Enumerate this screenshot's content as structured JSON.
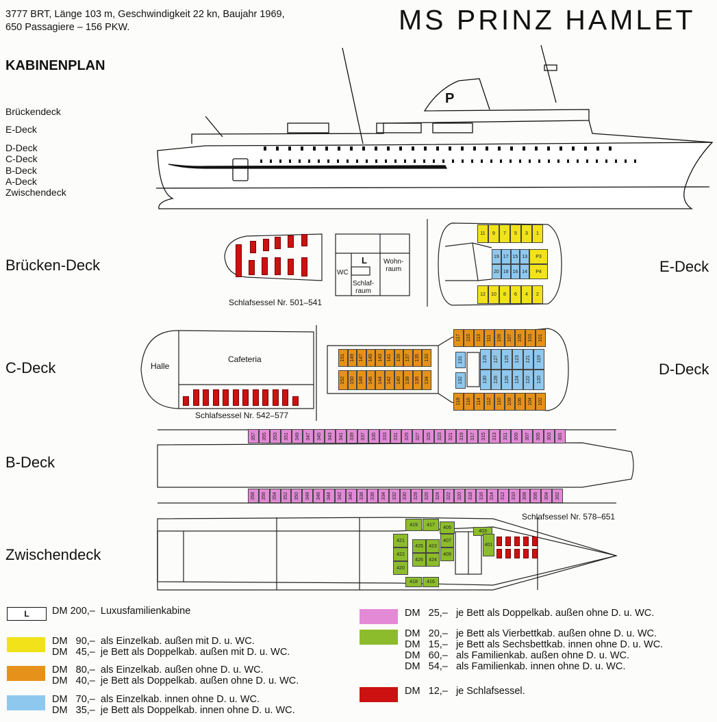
{
  "header": {
    "specs_line1": "3777 BRT,  Länge 103 m, Geschwindigkeit 22 kn, Baujahr 1969,",
    "specs_line2": "650 Passagiere – 156 PKW.",
    "ship_name": "MS PRINZ HAMLET",
    "section_title": "KABINENPLAN"
  },
  "deck_index": [
    "Brückendeck",
    "E-Deck",
    "D-Deck",
    "C-Deck",
    "B-Deck",
    "A-Deck",
    "Zwischendeck"
  ],
  "decks": {
    "bruecken": {
      "label": "Brücken-Deck",
      "caption": "Schlafsessel Nr. 501–541",
      "lux_mark": "L",
      "wc": "WC",
      "schlafraum": "Schlaf-\nraum",
      "wohnraum": "Wohn-\nraum"
    },
    "e": {
      "label": "E-Deck",
      "top_yellow": [
        "11",
        "9",
        "7",
        "5",
        "3",
        "1"
      ],
      "blue_top": [
        "19",
        "17",
        "15",
        "13"
      ],
      "blue_bottom": [
        "20",
        "18",
        "16",
        "14"
      ],
      "suites": [
        "P3",
        "P4"
      ],
      "bottom_yellow": [
        "12",
        "10",
        "8",
        "6",
        "4",
        "2"
      ]
    },
    "c": {
      "label": "C-Deck",
      "halle": "Halle",
      "cafeteria": "Cafeteria",
      "caption": "Schlafsessel Nr. 542–577"
    },
    "d": {
      "label": "D-Deck",
      "aft_top": [
        "151",
        "149",
        "147",
        "145",
        "143",
        "141",
        "139",
        "137",
        "135",
        "133"
      ],
      "aft_bottom": [
        "152",
        "150",
        "148",
        "146",
        "144",
        "142",
        "140",
        "138",
        "136",
        "134"
      ],
      "fwd_top": [
        "117",
        "115",
        "113",
        "111",
        "109",
        "107",
        "105",
        "103",
        "101"
      ],
      "fwd_bottom": [
        "118",
        "116",
        "114",
        "112",
        "110",
        "108",
        "106",
        "104",
        "102"
      ],
      "inner_single": [
        "131",
        "132"
      ],
      "inner_top": [
        "129",
        "127",
        "125",
        "123",
        "121",
        "119"
      ],
      "inner_bottom": [
        "130",
        "128",
        "126",
        "124",
        "122",
        "120"
      ]
    },
    "b": {
      "label": "B-Deck",
      "top": [
        "357",
        "355",
        "353",
        "351",
        "349",
        "347",
        "345",
        "343",
        "341",
        "339",
        "337",
        "335",
        "333",
        "331",
        "329",
        "327",
        "325",
        "323",
        "321",
        "319",
        "317",
        "315",
        "313",
        "311",
        "309",
        "307",
        "305",
        "303",
        "301"
      ],
      "bottom": [
        "358",
        "356",
        "354",
        "352",
        "350",
        "348",
        "346",
        "344",
        "342",
        "340",
        "338",
        "336",
        "334",
        "332",
        "330",
        "328",
        "326",
        "324",
        "322",
        "320",
        "318",
        "316",
        "314",
        "312",
        "310",
        "308",
        "306",
        "304",
        "302"
      ]
    },
    "z": {
      "label": "Zwischendeck",
      "caption": "Schlafsessel Nr. 578–651",
      "cabins": [
        "419",
        "417",
        "405",
        "403",
        "421",
        "422",
        "420",
        "425",
        "423",
        "426",
        "424",
        "407",
        "409",
        "401",
        "418",
        "416"
      ]
    }
  },
  "legend": [
    {
      "swatch": "L",
      "color": "#ffffff",
      "lines": [
        "DM 200,–  Luxusfamilienkabine"
      ]
    },
    {
      "color": "#f2e21a",
      "lines": [
        "DM   90,–  als Einzelkab. außen mit D. u. WC.",
        "DM   45,–  je Bett als Doppelkab. außen mit D. u. WC."
      ]
    },
    {
      "color": "#e6921a",
      "lines": [
        "DM   80,–  als Einzelkab. außen ohne D. u. WC.",
        "DM   40,–  je Bett als Doppelkab. außen ohne D. u. WC."
      ]
    },
    {
      "color": "#8ec8ee",
      "lines": [
        "DM   70,–  als Einzelkab. innen ohne D. u. WC.",
        "DM   35,–  je Bett als Doppelkab. innen ohne D. u. WC."
      ]
    },
    {
      "color": "#e28ad6",
      "lines": [
        "DM   25,–   je Bett als Doppelkab. außen ohne D. u. WC."
      ]
    },
    {
      "color": "#8cbc2c",
      "lines": [
        "DM   20,–   je Bett als Vierbettkab. außen ohne D. u. WC.",
        "DM   15,–   je Bett als Sechsbettkab. innen ohne D. u. WC.",
        "DM   60,–   als Familienkab. außen ohne D. u. WC.",
        "DM   54,–   als Familienkab. innen ohne D. u. WC."
      ]
    },
    {
      "color": "#cc1111",
      "lines": [
        "DM   12,–   je Schlafsessel."
      ]
    }
  ]
}
